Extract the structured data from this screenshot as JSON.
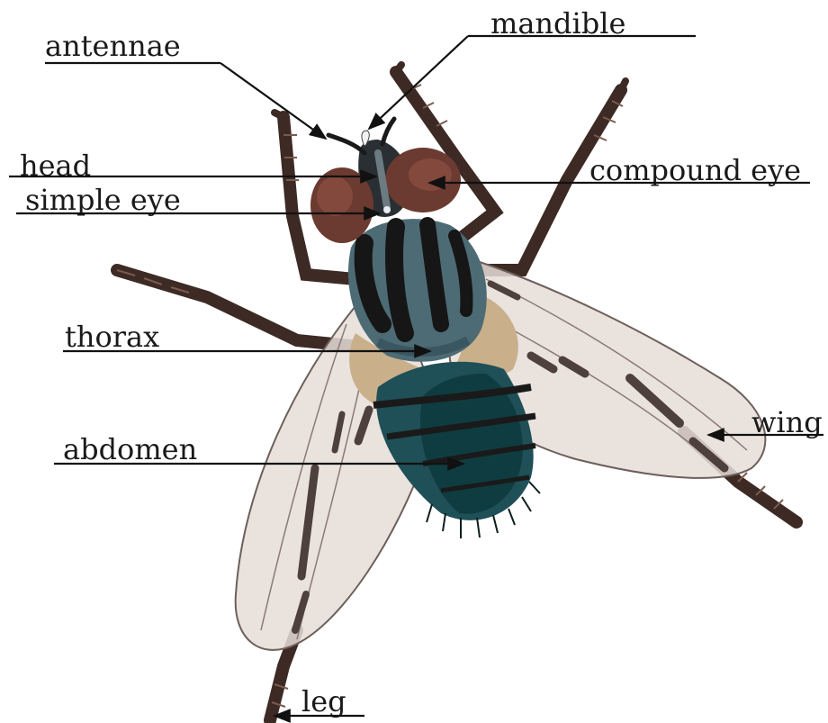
{
  "labels": {
    "mandible": "mandible",
    "antennae": "antennae",
    "head": "head",
    "compound_eye": "compound eye",
    "simple_eye": "simple eye",
    "thorax": "thorax",
    "wing": "wing",
    "abdomen": "abdomen",
    "leg": "leg"
  },
  "colors": {
    "eye": "#6b3a30",
    "thorax": "#4d6b74",
    "thorax_stripe": "#161616",
    "abdomen": "#0f3c40",
    "tan": "#c9b08b",
    "wing": "#e6ddd7",
    "wing_vein": "#5a4c48",
    "leg": "#3d2a24"
  }
}
